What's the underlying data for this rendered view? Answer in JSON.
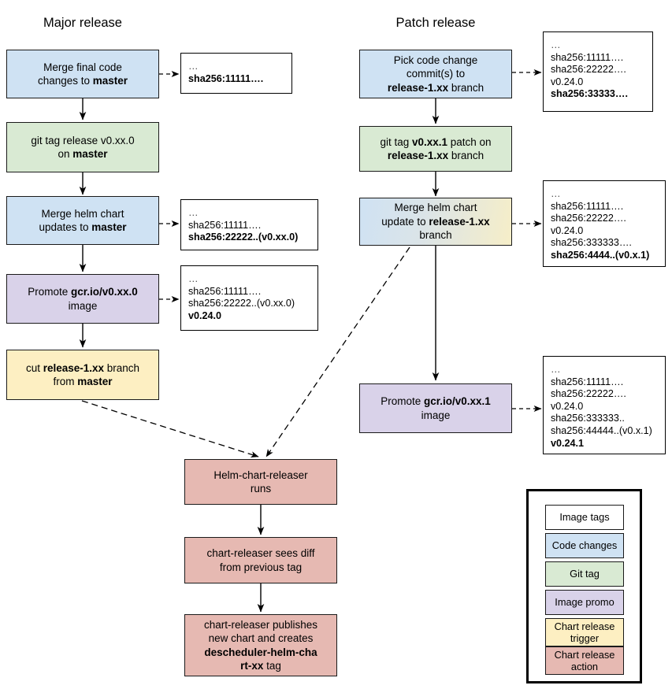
{
  "diagram": {
    "columns": [
      {
        "id": "major",
        "title": "Major release"
      },
      {
        "id": "patch",
        "title": "Patch release"
      }
    ],
    "colors": {
      "code_changes": "#cfe2f3",
      "git_tag": "#d9ead3",
      "image_promo": "#d9d2e9",
      "chart_release_trigger": "#fdefc2",
      "chart_release_action": "#e6b9b2",
      "image_tags": "#ffffff",
      "border": "#1a1a1a"
    },
    "major_nodes": [
      {
        "id": "merge-final-code",
        "line1": "Merge final code",
        "line2": "changes to ",
        "line2b": "master",
        "kind": "code_changes"
      },
      {
        "id": "git-tag-release",
        "line1": "git tag release v0.xx.0",
        "line2": "on ",
        "line2b": "master",
        "kind": "git_tag"
      },
      {
        "id": "merge-helm-chart-master",
        "line1": "Merge helm chart",
        "line2": "updates to ",
        "line2b": "master",
        "kind": "code_changes"
      },
      {
        "id": "promote-image-major",
        "line1a": "Promote ",
        "line1b": "gcr.io/v0.xx.0",
        "line2": "image",
        "kind": "image_promo"
      },
      {
        "id": "cut-release-branch",
        "line1a": "cut ",
        "line1b": "release-1.xx",
        "line1c": " branch",
        "line2": "from ",
        "line2b": "master",
        "kind": "chart_release_trigger"
      }
    ],
    "patch_nodes": [
      {
        "id": "pick-code-change",
        "line1": "Pick code change",
        "line2": "commit(s) to",
        "line3a": "release-1.xx",
        "line3b": " branch",
        "kind": "code_changes"
      },
      {
        "id": "git-tag-patch",
        "line1a": "git tag ",
        "line1b": "v0.xx.1",
        "line1c": " patch on",
        "line2a": "release-1.xx",
        "line2b": " branch",
        "kind": "git_tag"
      },
      {
        "id": "merge-helm-chart-release",
        "line1": "Merge helm chart",
        "line2a": "update to ",
        "line2b": "release-1.xx",
        "line3": "branch",
        "kind": "mixed"
      },
      {
        "id": "promote-image-patch",
        "line1a": "Promote ",
        "line1b": "gcr.io/v0.xx.1",
        "line2": "image",
        "kind": "image_promo"
      }
    ],
    "bottom_nodes": [
      {
        "id": "helm-chart-releaser-runs",
        "line1": "Helm-chart-releaser",
        "line2": "runs",
        "kind": "chart_release_action"
      },
      {
        "id": "chart-releaser-sees-diff",
        "line1": "chart-releaser sees diff",
        "line2": "from previous tag",
        "kind": "chart_release_action"
      },
      {
        "id": "chart-releaser-publishes",
        "line1": "chart-releaser publishes",
        "line2": "new chart and creates",
        "line3": "descheduler-helm-cha",
        "line4a": "rt-xx",
        "line4b": " tag",
        "kind": "chart_release_action"
      }
    ],
    "tag_boxes": [
      {
        "id": "tags-after-merge-final-code",
        "lines": [
          {
            "text": "…",
            "bold": false,
            "dots": true
          },
          {
            "text": "sha256:11111….",
            "bold": true,
            "dots": false
          }
        ]
      },
      {
        "id": "tags-after-merge-helm-master",
        "lines": [
          {
            "text": "…",
            "bold": false,
            "dots": true
          },
          {
            "text": "sha256:11111….",
            "bold": false,
            "dots": false
          },
          {
            "text": "sha256:22222..(v0.xx.0)",
            "bold": true,
            "dots": false
          }
        ]
      },
      {
        "id": "tags-after-promote-major",
        "lines": [
          {
            "text": "…",
            "bold": false,
            "dots": true
          },
          {
            "text": "sha256:11111….",
            "bold": false,
            "dots": false
          },
          {
            "text": "sha256:22222..(v0.xx.0)",
            "bold": false,
            "dots": false
          },
          {
            "text": "v0.24.0",
            "bold": true,
            "dots": false
          }
        ]
      },
      {
        "id": "tags-after-pick-code-change",
        "lines": [
          {
            "text": "…",
            "bold": false,
            "dots": true
          },
          {
            "text": "sha256:11111….",
            "bold": false,
            "dots": false
          },
          {
            "text": "sha256:22222….",
            "bold": false,
            "dots": false
          },
          {
            "text": "v0.24.0",
            "bold": false,
            "dots": false
          },
          {
            "text": "sha256:33333….",
            "bold": true,
            "dots": false
          }
        ]
      },
      {
        "id": "tags-after-merge-helm-release",
        "lines": [
          {
            "text": "…",
            "bold": false,
            "dots": true
          },
          {
            "text": "sha256:11111….",
            "bold": false,
            "dots": false
          },
          {
            "text": "sha256:22222….",
            "bold": false,
            "dots": false
          },
          {
            "text": "v0.24.0",
            "bold": false,
            "dots": false
          },
          {
            "text": "sha256:333333….",
            "bold": false,
            "dots": false
          },
          {
            "text": "sha256:4444..(v0.x.1)",
            "bold": true,
            "dots": false
          }
        ]
      },
      {
        "id": "tags-after-promote-patch",
        "lines": [
          {
            "text": "…",
            "bold": false,
            "dots": true
          },
          {
            "text": "sha256:11111….",
            "bold": false,
            "dots": false
          },
          {
            "text": "sha256:22222….",
            "bold": false,
            "dots": false
          },
          {
            "text": "v0.24.0",
            "bold": false,
            "dots": false
          },
          {
            "text": "sha256:333333..",
            "bold": false,
            "dots": false
          },
          {
            "text": "sha256:44444..(v0.x.1)",
            "bold": false,
            "dots": false
          },
          {
            "text": "v0.24.1",
            "bold": true,
            "dots": false
          }
        ]
      }
    ],
    "legend": {
      "items": [
        {
          "id": "image-tags",
          "label": "Image tags",
          "kind": "image_tags"
        },
        {
          "id": "code-changes",
          "label": "Code changes",
          "kind": "code_changes"
        },
        {
          "id": "git-tag",
          "label": "Git tag",
          "kind": "git_tag"
        },
        {
          "id": "image-promo",
          "label": "Image promo",
          "kind": "image_promo"
        },
        {
          "id": "chart-release-trigger",
          "label1": "Chart release",
          "label2": "trigger",
          "kind": "chart_release_trigger"
        },
        {
          "id": "chart-release-action",
          "label1": "Chart release",
          "label2": "action",
          "kind": "chart_release_action"
        }
      ]
    }
  }
}
